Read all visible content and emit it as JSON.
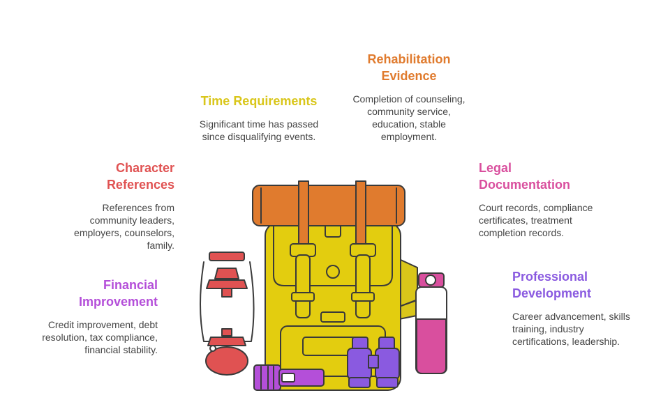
{
  "items": {
    "rehabilitation": {
      "title_line1": "Rehabilitation",
      "title_line2": "Evidence",
      "desc": [
        "Completion of counseling,",
        "community service,",
        "education, stable",
        "employment."
      ],
      "color": "#e07b2e"
    },
    "time": {
      "title_line1": "Time Requirements",
      "desc": [
        "Significant time has passed",
        "since disqualifying events."
      ],
      "color": "#d9c61a"
    },
    "character": {
      "title_line1": "Character",
      "title_line2": "References",
      "desc": [
        "References from",
        "community leaders,",
        "employers, counselors,",
        "family."
      ],
      "color": "#e05252"
    },
    "legal": {
      "title_line1": "Legal",
      "title_line2": "Documentation",
      "desc": [
        "Court records, compliance",
        "certificates, treatment",
        "completion records."
      ],
      "color": "#d94f9e"
    },
    "financial": {
      "title_line1": "Financial",
      "title_line2": "Improvement",
      "desc": [
        "Credit improvement, debt",
        "resolution, tax compliance,",
        "financial stability."
      ],
      "color": "#b44fd9"
    },
    "professional": {
      "title_line1": "Professional",
      "title_line2": "Development",
      "desc": [
        "Career advancement, skills",
        "training, industry",
        "certifications, leadership."
      ],
      "color": "#8a5ae0"
    }
  },
  "illustration": {
    "icons": [
      "backpack-icon",
      "bedroll-icon",
      "lantern-icon",
      "water-bottle-icon",
      "binoculars-icon",
      "flashlight-icon"
    ]
  }
}
